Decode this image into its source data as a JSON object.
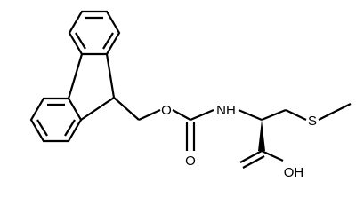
{
  "molecule": {
    "atom_labels": {
      "ester_oxygen": "O",
      "amide_nitrogen": "NH",
      "sulfur": "S",
      "carbonyl_oxygen": "O",
      "hydroxyl": "OH"
    },
    "stereocenter": "wedge-bond"
  },
  "colors": {
    "background": "#ffffff",
    "bond": "#000000",
    "text": "#000000"
  }
}
